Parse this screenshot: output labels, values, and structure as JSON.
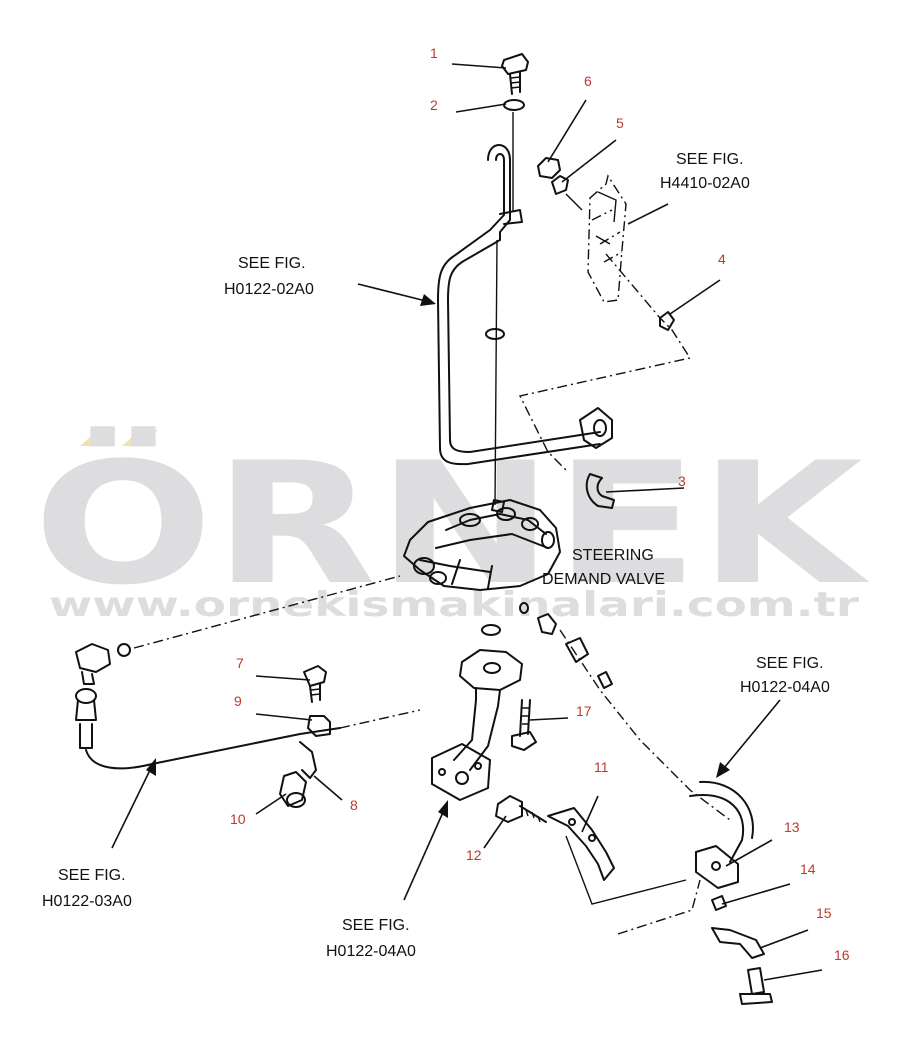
{
  "watermark": {
    "brand": "ÖRNEK",
    "url": "www.ornekismakinalari.com.tr",
    "text_color": "#dddde0",
    "accent_color": "#f0e2b0"
  },
  "references": [
    {
      "id": "ref-h4410-02a0",
      "line1": "SEE FIG.",
      "line2": "H4410-02A0"
    },
    {
      "id": "ref-h0122-02a0",
      "line1": "SEE FIG.",
      "line2": "H0122-02A0"
    },
    {
      "id": "ref-h0122-04a0-right",
      "line1": "SEE FIG.",
      "line2": "H0122-04A0"
    },
    {
      "id": "ref-h0122-03a0",
      "line1": "SEE FIG.",
      "line2": "H0122-03A0"
    },
    {
      "id": "ref-h0122-04a0-bottom",
      "line1": "SEE FIG.",
      "line2": "H0122-04A0"
    }
  ],
  "component_label": {
    "line1": "STEERING",
    "line2": "DEMAND VALVE"
  },
  "callouts": [
    "1",
    "2",
    "3",
    "4",
    "5",
    "6",
    "7",
    "8",
    "9",
    "10",
    "11",
    "12",
    "13",
    "14",
    "15",
    "16",
    "17"
  ],
  "callout_color": "#c0392b",
  "line_color": "#111111"
}
